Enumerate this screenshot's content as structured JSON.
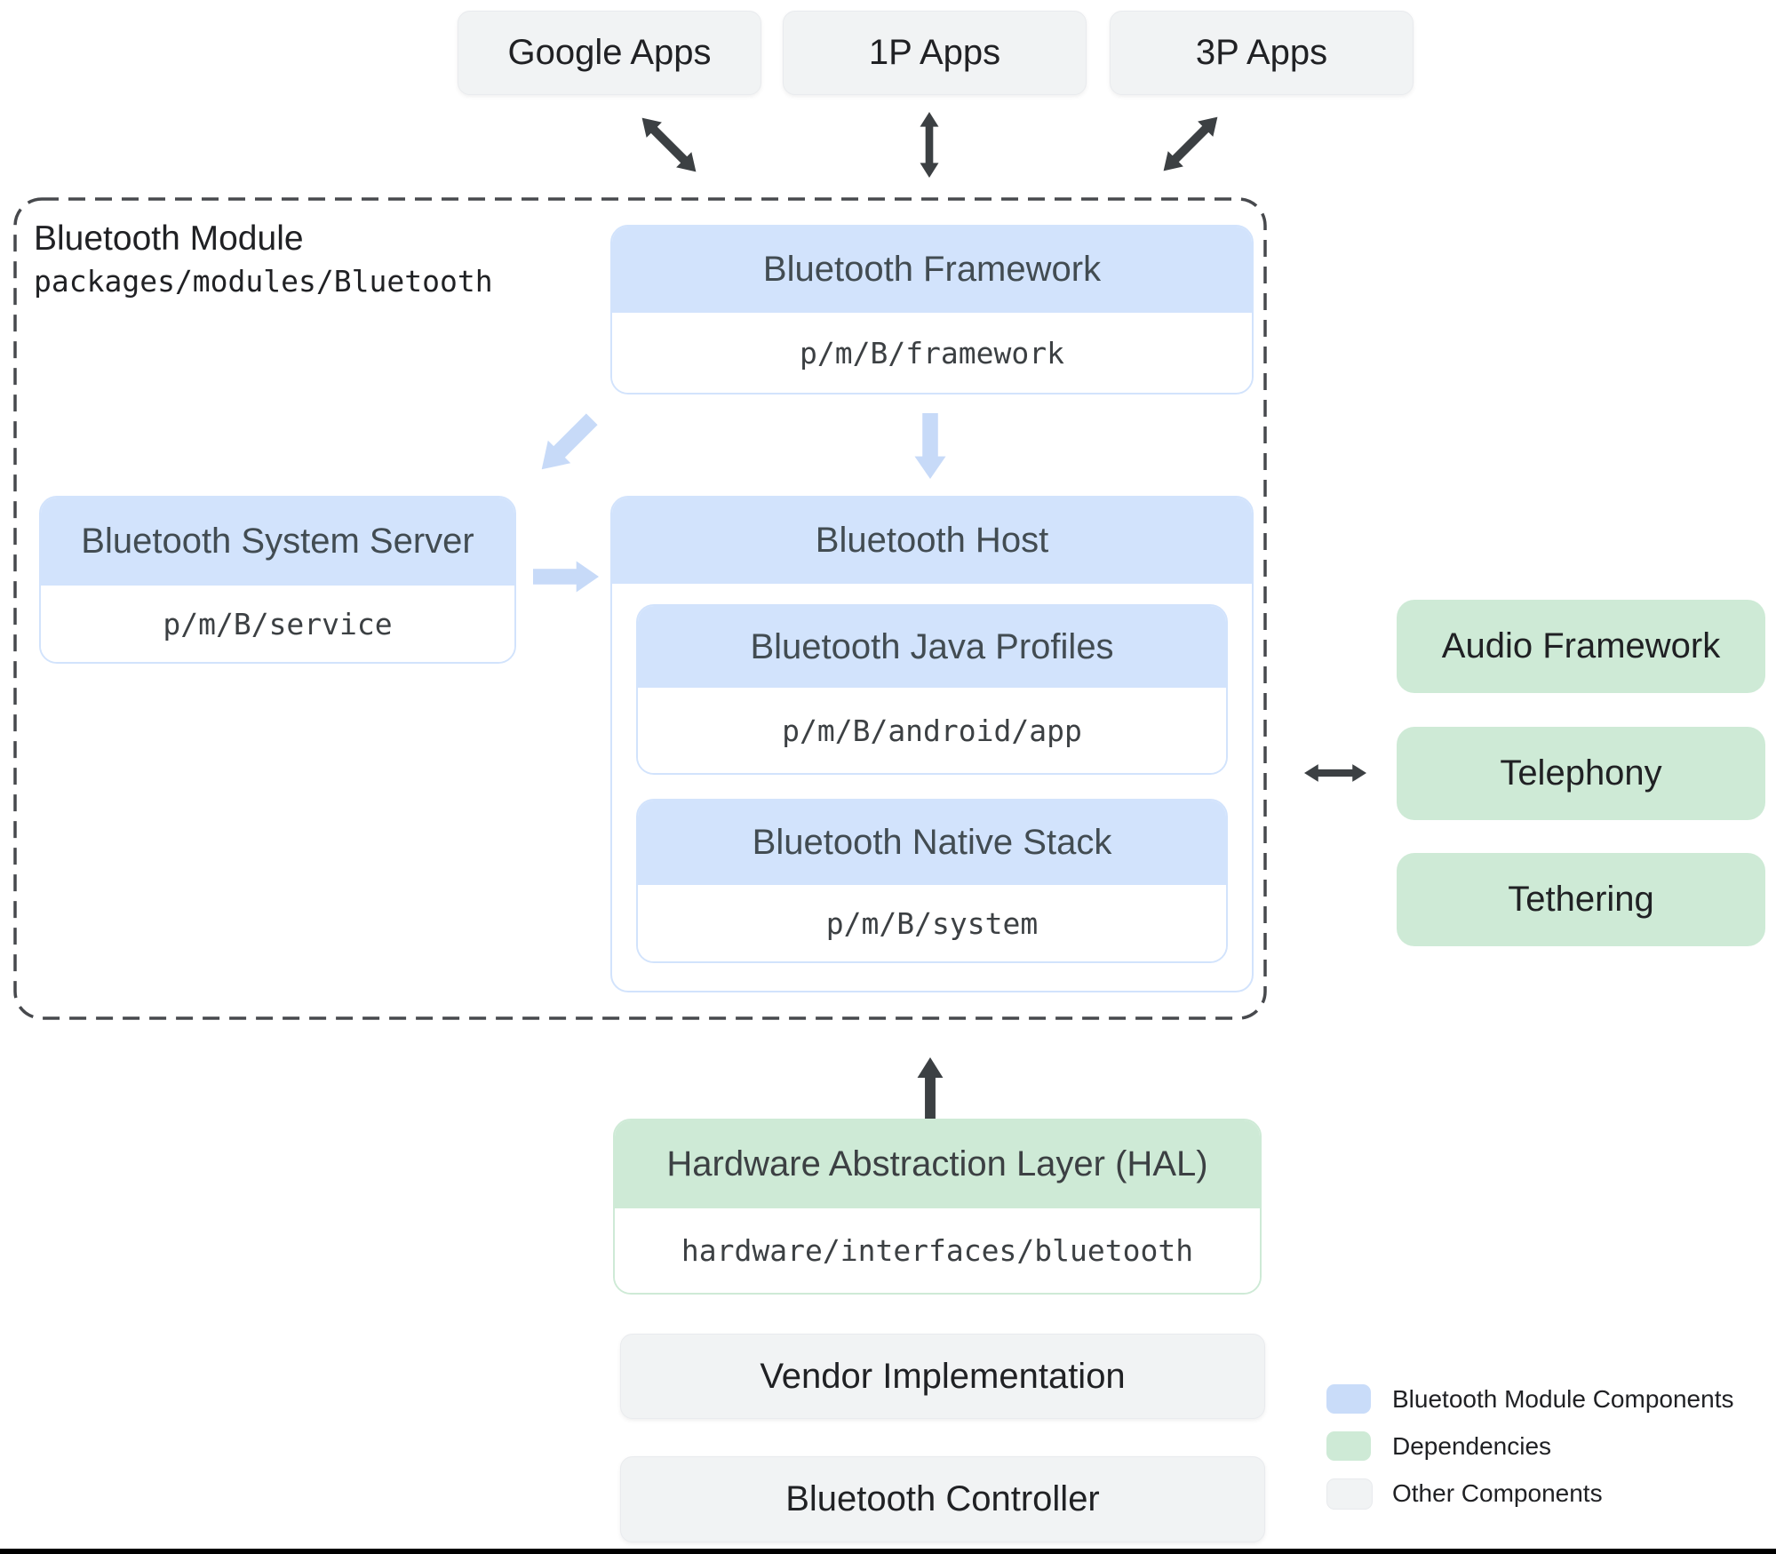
{
  "top_apps": {
    "items": [
      {
        "label": "Google Apps"
      },
      {
        "label": "1P Apps"
      },
      {
        "label": "3P Apps"
      }
    ]
  },
  "module": {
    "title": "Bluetooth Module",
    "path": "packages/modules/Bluetooth",
    "framework": {
      "title": "Bluetooth Framework",
      "path": "p/m/B/framework"
    },
    "system_server": {
      "title": "Bluetooth System Server",
      "path": "p/m/B/service"
    },
    "host": {
      "title": "Bluetooth Host",
      "java_profiles": {
        "title": "Bluetooth Java Profiles",
        "path": "p/m/B/android/app"
      },
      "native_stack": {
        "title": "Bluetooth Native Stack",
        "path": "p/m/B/system"
      }
    }
  },
  "hal": {
    "title": "Hardware Abstraction Layer (HAL)",
    "path": "hardware/interfaces/bluetooth"
  },
  "vendor": {
    "label": "Vendor Implementation"
  },
  "controller": {
    "label": "Bluetooth Controller"
  },
  "dependencies": {
    "items": [
      {
        "label": "Audio Framework"
      },
      {
        "label": "Telephony"
      },
      {
        "label": "Tethering"
      }
    ]
  },
  "legend": {
    "items": [
      {
        "label": "Bluetooth Module Components",
        "color": "#c9dcf9"
      },
      {
        "label": "Dependencies",
        "color": "#ceead6"
      },
      {
        "label": "Other Components",
        "color": "#f1f3f4"
      }
    ]
  },
  "colors": {
    "module_component_fill": "#d2e3fc",
    "dependency_fill": "#ceead6",
    "other_component_fill": "#f1f3f4",
    "arrow_dark": "#3c4043",
    "arrow_light": "#c7daf8",
    "dashed_border": "#47494d"
  }
}
